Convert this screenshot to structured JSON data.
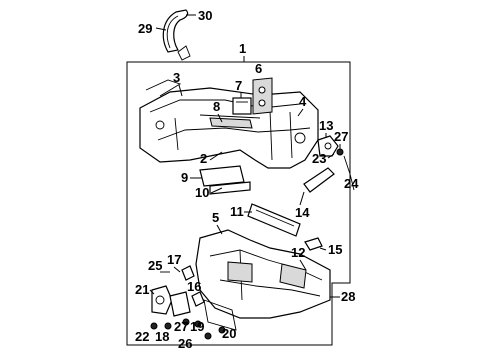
{
  "callouts": {
    "c1": "1",
    "c2": "2",
    "c3": "3",
    "c4": "4",
    "c5": "5",
    "c6": "6",
    "c7": "7",
    "c8": "8",
    "c9": "9",
    "c10": "10",
    "c11": "11",
    "c12": "12",
    "c13": "13",
    "c14": "14",
    "c15": "15",
    "c16": "16",
    "c17": "17",
    "c18": "18",
    "c19": "19",
    "c20": "20",
    "c21": "21",
    "c22": "22",
    "c23": "23",
    "c24": "24",
    "c25": "25",
    "c26": "26",
    "c27a": "27",
    "c27b": "27",
    "c28": "28",
    "c29": "29",
    "c30": "30"
  }
}
